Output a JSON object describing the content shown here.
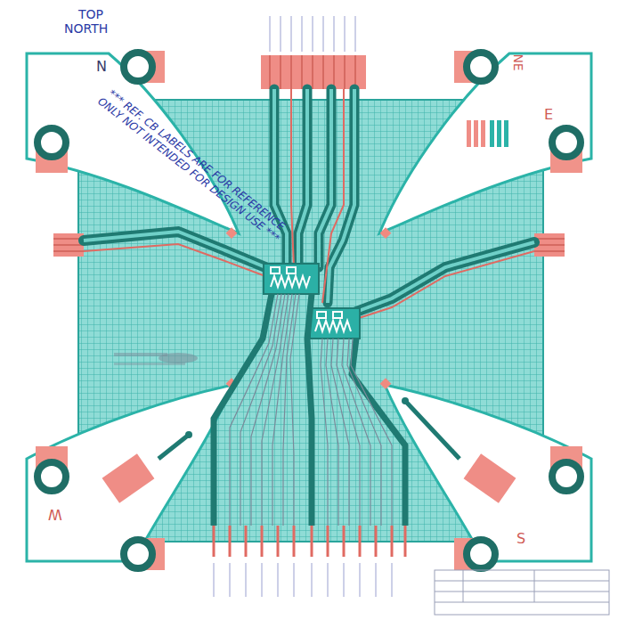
{
  "diagram": {
    "labels": [
      "TOP",
      "NORTH",
      "*** REF. CB LABELS ARE FOR REFERENCE ONLY NOT INTENDED FOR DESIGN USE ***",
      "N",
      "NE",
      "E",
      "W",
      "S"
    ]
  }
}
